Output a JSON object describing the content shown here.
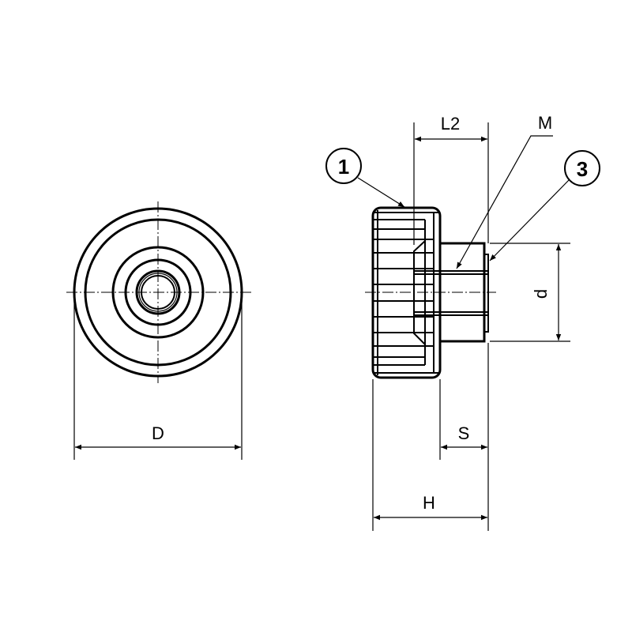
{
  "dimensions": {
    "outer_diameter": "D",
    "height": "H",
    "stud_length": "S",
    "thread_depth": "L2",
    "thread": "M",
    "hub_diameter": "d"
  },
  "balloons": {
    "knob_body": "1",
    "washer": "3"
  },
  "colors": {
    "line": "#000000",
    "background": "#ffffff"
  }
}
